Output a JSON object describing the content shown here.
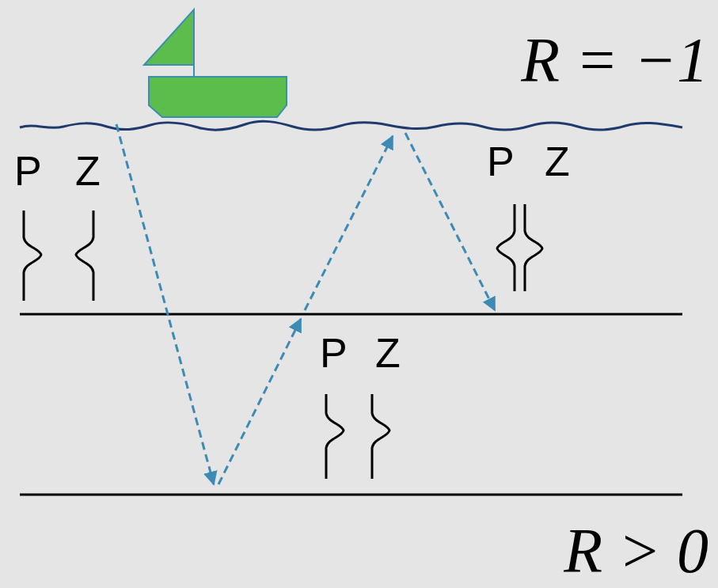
{
  "diagram": {
    "labels": [
      "R = −1",
      "P",
      "Z",
      "P",
      "Z",
      "P",
      "Z",
      "R > 0"
    ]
  }
}
